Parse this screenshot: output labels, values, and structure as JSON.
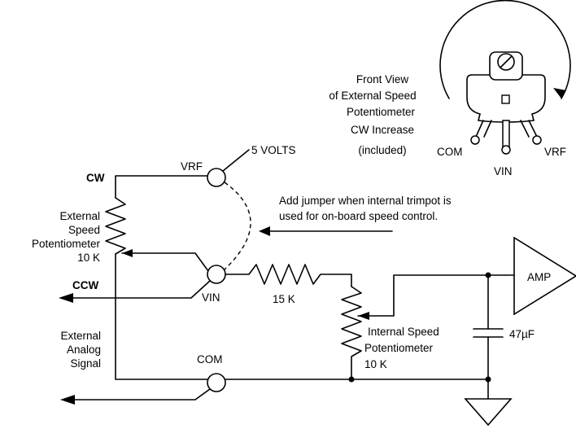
{
  "labels": {
    "cw": "CW",
    "ccw": "CCW",
    "vrf_top": "VRF",
    "five_volts": "5 VOLTS",
    "ext_pot_1": "External",
    "ext_pot_2": "Speed",
    "ext_pot_3": "Potentiometer",
    "ext_pot_4": "10 K",
    "vin_terminal": "VIN",
    "r_15k": "15 K",
    "ext_analog_1": "External",
    "ext_analog_2": "Analog",
    "ext_analog_3": "Signal",
    "com_terminal": "COM",
    "int_pot_1": "Internal Speed",
    "int_pot_2": "Potentiometer",
    "int_pot_3": "10 K",
    "cap": "47µF",
    "amp": "AMP",
    "jumper_1": "Add jumper when internal trimpot is",
    "jumper_2": "used for on-board speed control.",
    "front_1": "Front View",
    "front_2": "of External Speed",
    "front_3": "Potentiometer",
    "front_4": "CW Increase",
    "front_5": "(included)",
    "pot_com": "COM",
    "pot_vin": "VIN",
    "pot_vrf": "VRF"
  }
}
